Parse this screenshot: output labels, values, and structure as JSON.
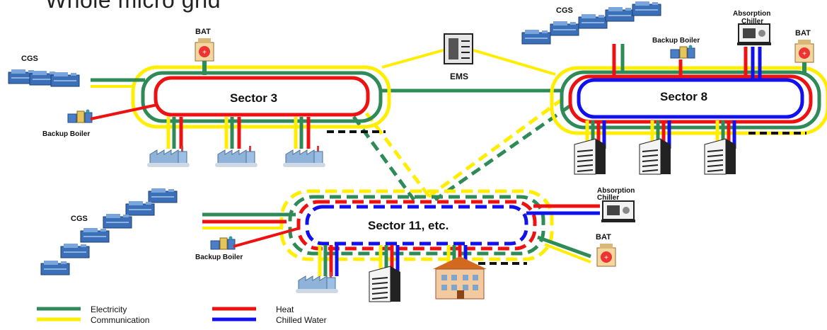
{
  "title": "Whole micro grid",
  "ems_label": "EMS",
  "sectors": {
    "s3": "Sector 3",
    "s8": "Sector 8",
    "s11": "Sector 11, etc."
  },
  "equipment": {
    "cgs": "CGS",
    "bat": "BAT",
    "backup_boiler": "Backup Boiler",
    "absorption_chiller_1": "Absorption",
    "absorption_chiller_2": "Chiller"
  },
  "legend": {
    "electricity": "Electricity",
    "communication": "Communication",
    "heat": "Heat",
    "chilled_water": "Chilled Water"
  },
  "colors": {
    "electricity": "#2e8b57",
    "communication": "#ffee00",
    "heat": "#ee1111",
    "chilled_water": "#1111ee"
  },
  "icons": [
    "generator-icon",
    "battery-icon",
    "boiler-icon",
    "chiller-icon",
    "server-icon",
    "factory-icon",
    "office-building-icon",
    "house-icon"
  ]
}
